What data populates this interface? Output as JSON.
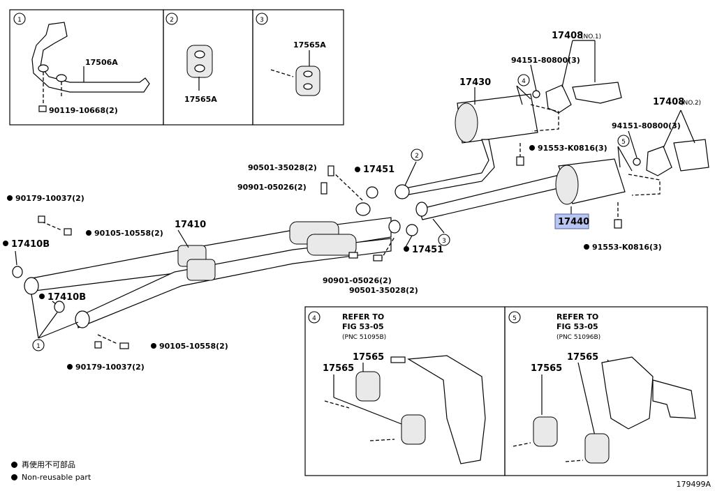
{
  "panels": {
    "p1": {
      "callout": "1",
      "part": "17506A",
      "bolt": "90119-10668(2)"
    },
    "p2": {
      "callout": "2",
      "part": "17565A"
    },
    "p3": {
      "callout": "3",
      "part": "17565A"
    },
    "p4": {
      "callout": "4",
      "refer_line1": "REFER TO",
      "refer_line2": "FIG 53-05",
      "pnc": "(PNC 51095B)",
      "part_a": "17565",
      "part_b": "17565"
    },
    "p5": {
      "callout": "5",
      "refer_line1": "REFER TO",
      "refer_line2": "FIG 53-05",
      "pnc": "(PNC 51096B)",
      "part_a": "17565",
      "part_b": "17565"
    }
  },
  "labels": {
    "l17408_no1": "17408",
    "l17408_no1_sub": "(NO.1)",
    "l94151_a": "94151-80800(3)",
    "l17430": "17430",
    "l17408_no2": "17408",
    "l17408_no2_sub": "(NO.2)",
    "l94151_b": "94151-80800(3)",
    "l91553_a": "91553-K0816(3)",
    "l91553_b": "91553-K0816(3)",
    "l17440": "17440",
    "l90501_a": "90501-35028(2)",
    "l90901_a": "90901-05026(2)",
    "l17451_a": "17451",
    "l17451_b": "17451",
    "l90901_b": "90901-05026(2)",
    "l90501_b": "90501-35028(2)",
    "l90179_a": "90179-10037(2)",
    "l90105_a": "90105-10558(2)",
    "l17410": "17410",
    "l17410B_a": "17410B",
    "l17410B_b": "17410B",
    "l90105_b": "90105-10558(2)",
    "l90179_b": "90179-10037(2)",
    "c1": "1",
    "c2": "2",
    "c3": "3",
    "c4": "4",
    "c5": "5"
  },
  "legend": {
    "reuse_jp": "再使用不可部品",
    "reuse_en": "Non-reusable part"
  },
  "figure_id": "179499A"
}
